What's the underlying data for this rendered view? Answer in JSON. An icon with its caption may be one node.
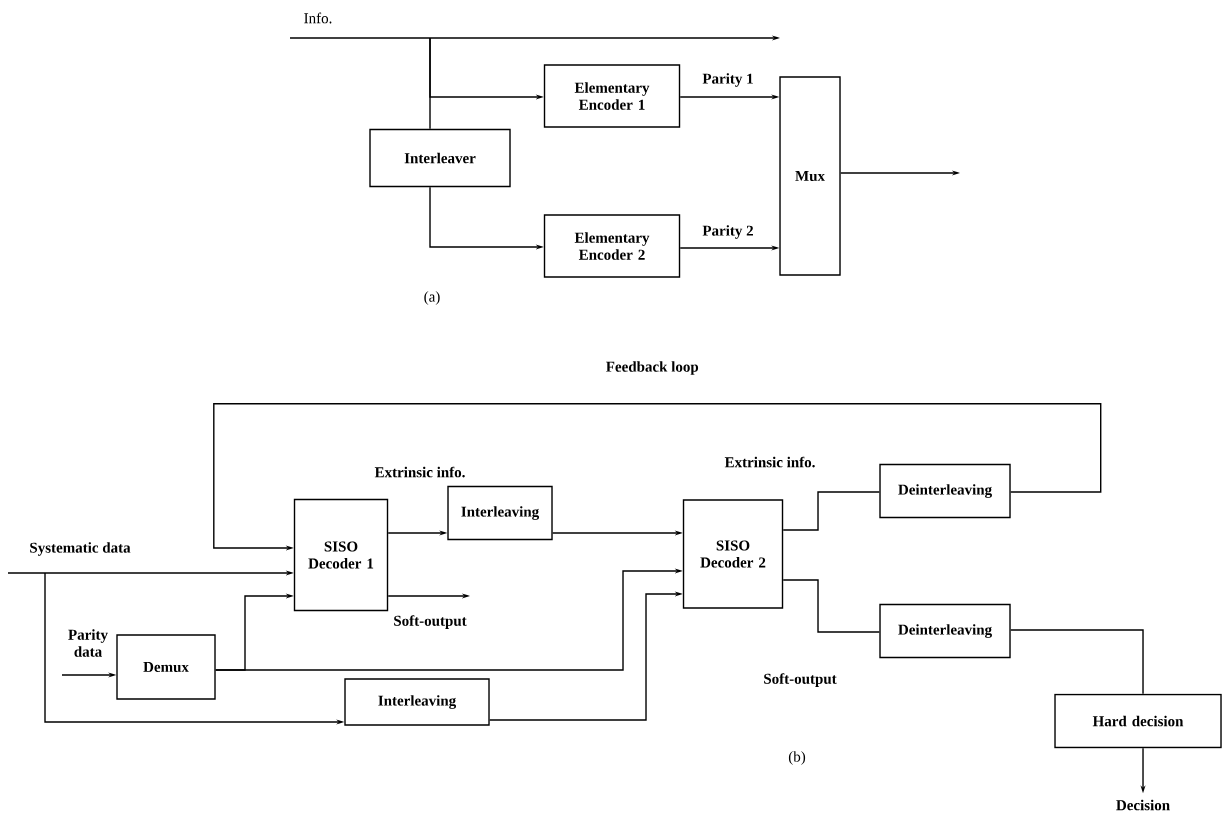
{
  "diagram": {
    "nodes": [
      {
        "text": [
          "Interleaver"
        ]
      },
      {
        "text": [
          "Elementary Encoder 1"
        ]
      },
      {
        "text": [
          "Elementary Encoder 2"
        ]
      },
      {
        "text": [
          "Mux"
        ]
      },
      {
        "text": [
          "SISO Decoder 1"
        ]
      },
      {
        "text": [
          "Interleaving"
        ]
      },
      {
        "text": [
          "SISO Decoder 2"
        ]
      },
      {
        "text": [
          "Deinterleaving"
        ]
      },
      {
        "text": [
          "Demux"
        ]
      },
      {
        "text": [
          "Deinterleaving"
        ]
      },
      {
        "text": [
          "Interleaving"
        ]
      },
      {
        "text": [
          "Hard decision"
        ]
      },
      {
        "text": [
          "Decision"
        ]
      }
    ],
    "edges": [
      {
        "from": null,
        "to": 0,
        "arrow": "none"
      },
      {
        "from": null,
        "to": 1,
        "arrow": "to"
      },
      {
        "from": 0,
        "to": 2,
        "arrow": "to"
      },
      {
        "from": 1,
        "to": 3,
        "arrow": "to",
        "label": "Parity 1"
      },
      {
        "from": 2,
        "to": 3,
        "arrow": "to",
        "label": "Parity 2"
      },
      {
        "from": 3,
        "to": null,
        "arrow": "to"
      },
      {
        "from": null,
        "to": 4,
        "arrow": "to",
        "label": "Systematic data"
      },
      {
        "from": null,
        "to": 10,
        "arrow": "to"
      },
      {
        "from": null,
        "to": 8,
        "arrow": "to",
        "label": "Parity data"
      },
      {
        "from": 8,
        "to": 4,
        "arrow": "to"
      },
      {
        "from": 8,
        "to": 6,
        "arrow": "to"
      },
      {
        "from": 10,
        "to": 6,
        "arrow": "to"
      },
      {
        "from": 4,
        "to": 5,
        "arrow": "to",
        "label": "Extrinsic info."
      },
      {
        "from": 5,
        "to": 6,
        "arrow": "to"
      },
      {
        "from": 4,
        "to": null,
        "arrow": "to",
        "label": "Soft-output"
      },
      {
        "from": 6,
        "to": 7,
        "arrow": "none",
        "label": "Extrinsic info."
      },
      {
        "from": 7,
        "to": 4,
        "arrow": "to",
        "label": "Feedback loop"
      },
      {
        "from": 6,
        "to": 9,
        "arrow": "none",
        "label": "Soft-output"
      },
      {
        "from": 9,
        "to": 11,
        "arrow": "none"
      },
      {
        "from": 11,
        "to": 12,
        "arrow": "to"
      }
    ],
    "labels": [
      "Info.",
      "(a)",
      "(b)"
    ]
  }
}
